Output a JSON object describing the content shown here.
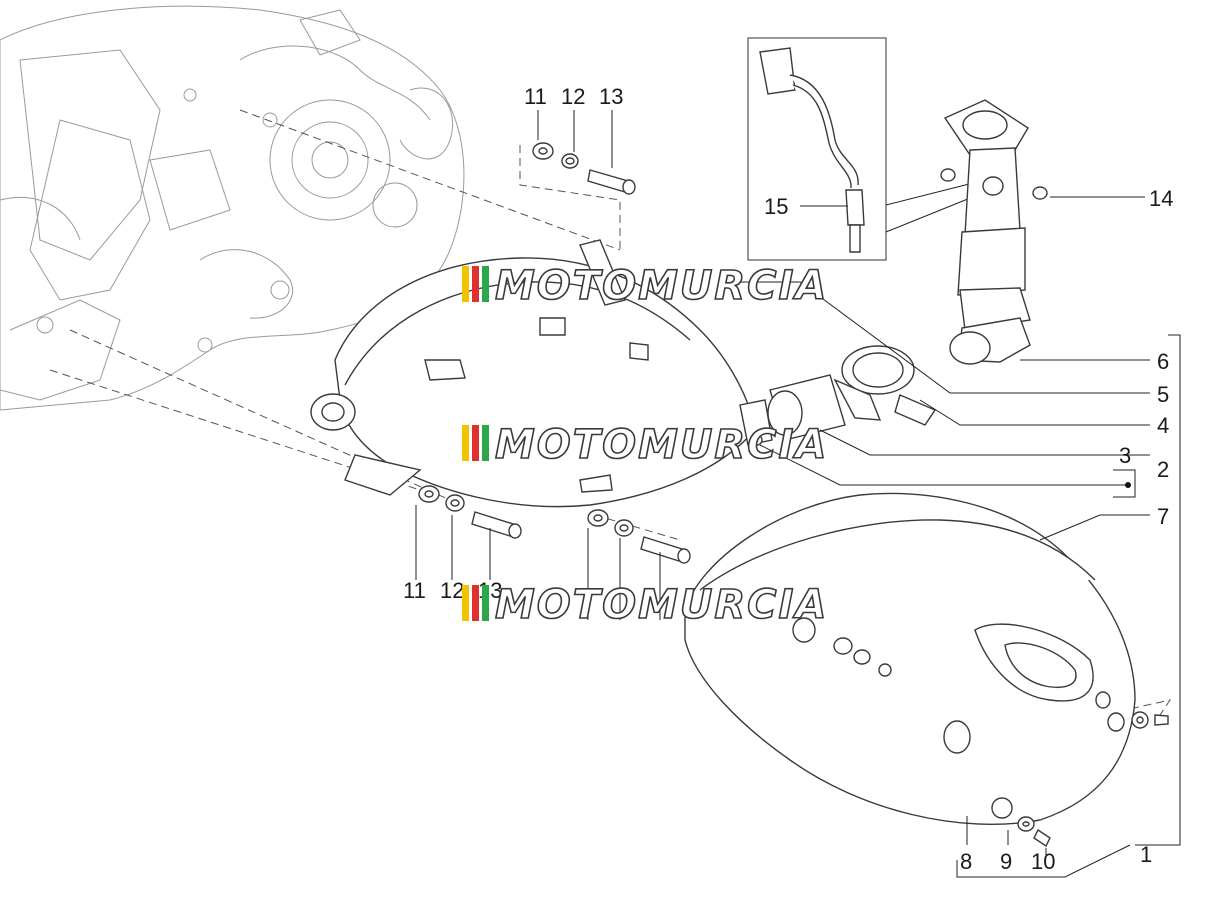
{
  "diagram": {
    "callouts": [
      {
        "id": "c11a",
        "text": "11"
      },
      {
        "id": "c12a",
        "text": "12"
      },
      {
        "id": "c13a",
        "text": "13"
      },
      {
        "id": "c15",
        "text": "15"
      },
      {
        "id": "c14",
        "text": "14"
      },
      {
        "id": "c6",
        "text": "6"
      },
      {
        "id": "c5",
        "text": "5"
      },
      {
        "id": "c4",
        "text": "4"
      },
      {
        "id": "c3",
        "text": "3"
      },
      {
        "id": "c2",
        "text": "2"
      },
      {
        "id": "c7",
        "text": "7"
      },
      {
        "id": "c11b",
        "text": "11"
      },
      {
        "id": "c12b",
        "text": "12"
      },
      {
        "id": "c13b",
        "text": "13"
      },
      {
        "id": "c8",
        "text": "8"
      },
      {
        "id": "c9",
        "text": "9"
      },
      {
        "id": "c10",
        "text": "10"
      },
      {
        "id": "c1",
        "text": "1"
      }
    ]
  },
  "watermark": {
    "text": "MOTOMURCIA",
    "stripe_colors": [
      "#f2c200",
      "#e03030",
      "#2aa84a",
      "#f2c200"
    ]
  }
}
